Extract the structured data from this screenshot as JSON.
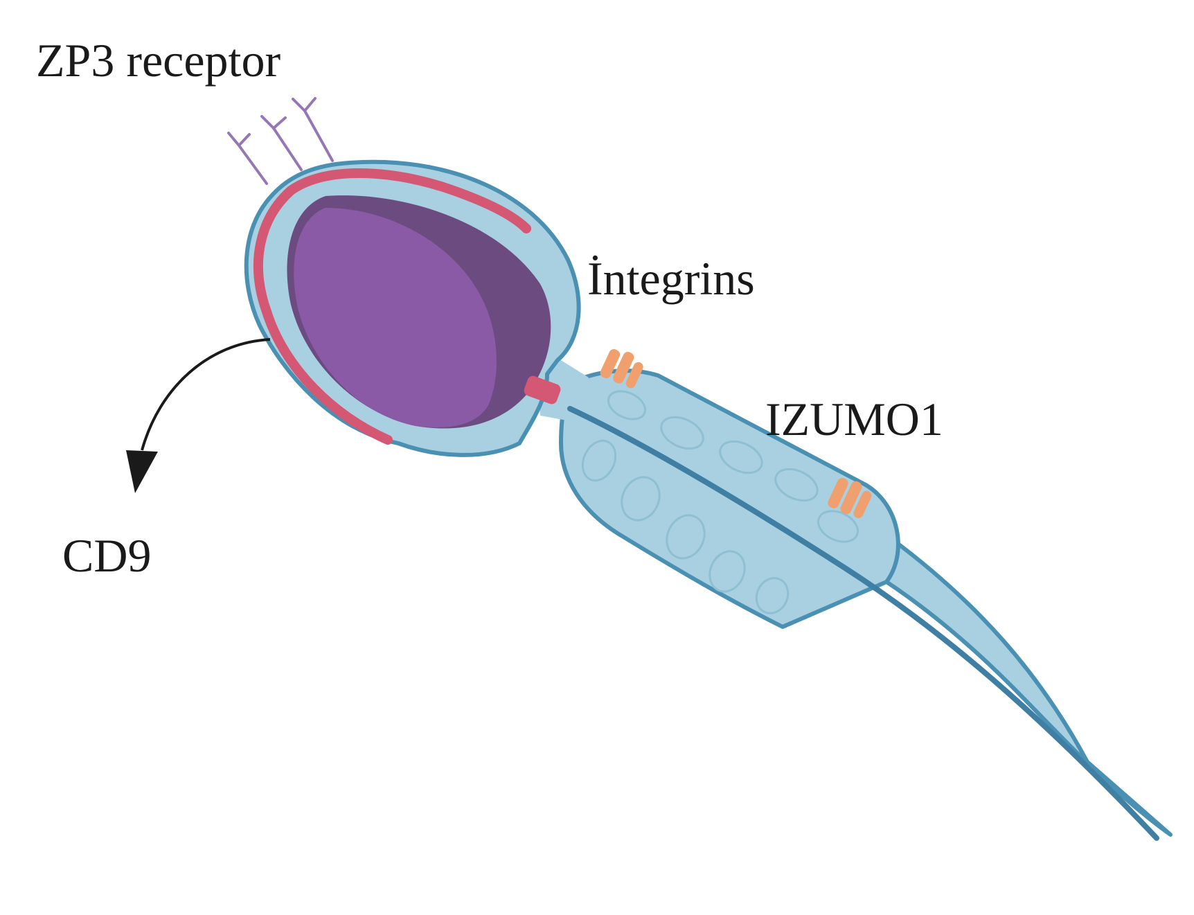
{
  "labels": {
    "zp3_receptor": "ZP3 receptor",
    "integrins": "İntegrins",
    "izumo1": "IZUMO1",
    "cd9": "CD9"
  },
  "colors": {
    "membrane": "#4a90b2",
    "cytoplasm": "#a9d0e0",
    "acrosome": "#d45773",
    "nucleus": "#8a5aa6",
    "nucleus_shadow": "#6c4b80",
    "receptor": "#9677b6",
    "protein": "#f0a06e",
    "axoneme": "#3e7fa3",
    "mitochondria": "#8fbfd2",
    "arrow": "#1a1a1a"
  }
}
